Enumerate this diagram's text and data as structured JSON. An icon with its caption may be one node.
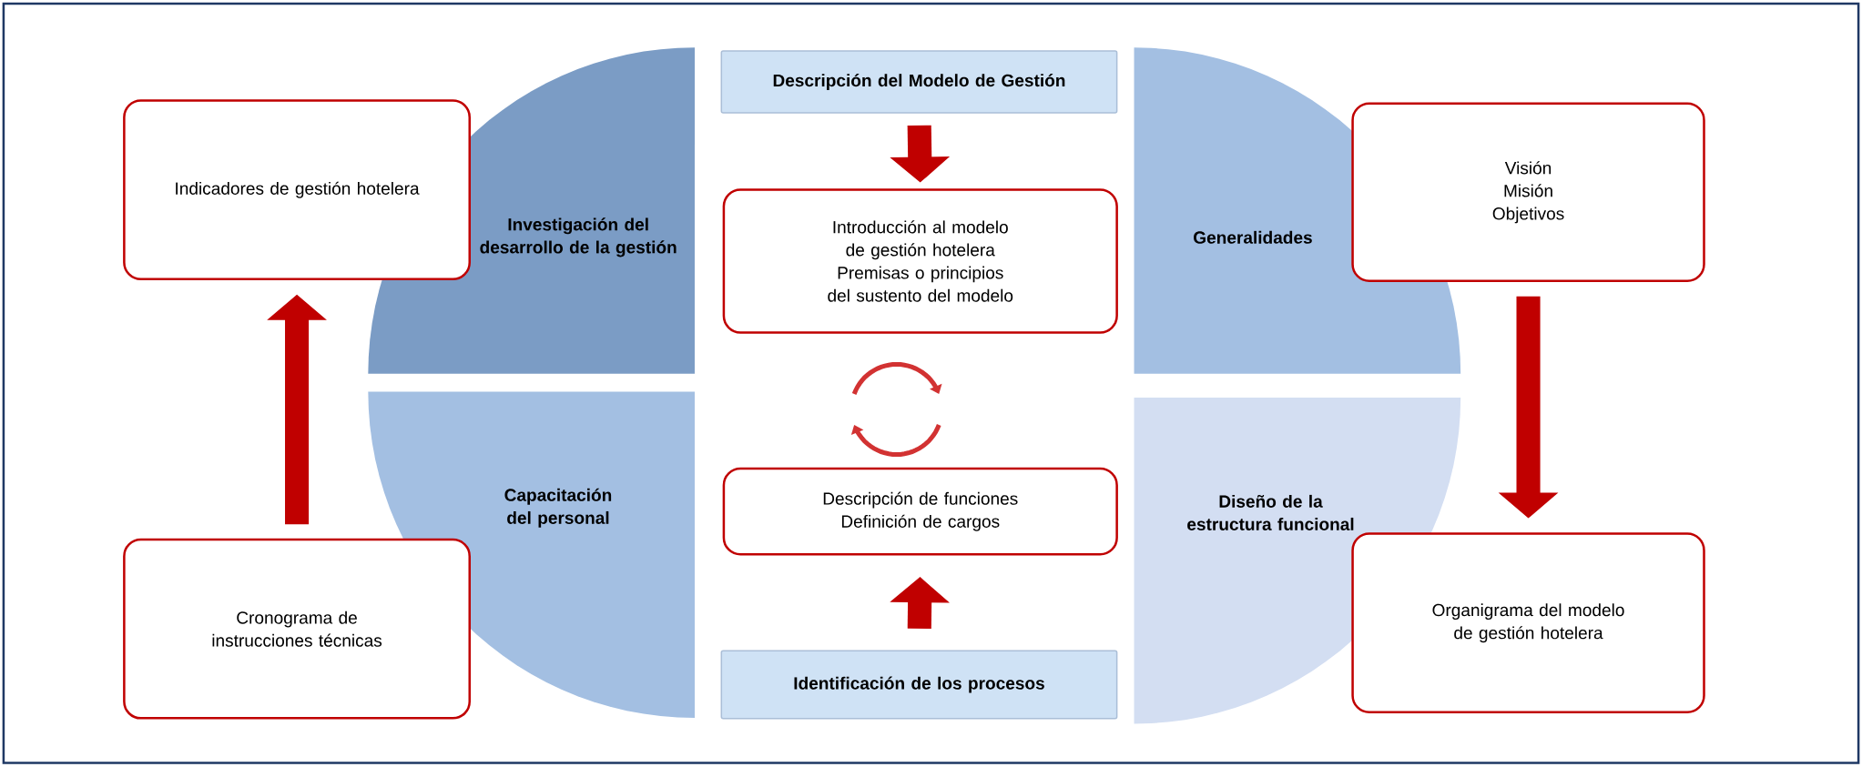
{
  "diagram": {
    "nodes": [
      {
        "text": [
          "Descripción del Modelo de Gestión"
        ]
      },
      {
        "text": [
          "Indicadores de gestión hotelera"
        ]
      },
      {
        "text": [
          "Investigación del desarrollo de la gestión"
        ]
      },
      {
        "text": [
          "Introducción al modelo de gestión hotelera",
          "Premisas o principios del sustento del modelo"
        ]
      },
      {
        "text": [
          "Generalidades"
        ]
      },
      {
        "text": [
          "Visión",
          "Misión",
          "Objetivos"
        ]
      },
      {
        "text": [
          "Capacitación del personal"
        ]
      },
      {
        "text": [
          "Descripción de funciones",
          "Definición de cargos"
        ]
      },
      {
        "text": [
          "Diseño de la estructura funcional"
        ]
      },
      {
        "text": [
          "Cronograma de instrucciones técnicas"
        ]
      },
      {
        "text": [
          "Organigrama del modelo de gestión hotelera"
        ]
      },
      {
        "text": [
          "Identificación de los procesos"
        ]
      }
    ],
    "edges": [
      {
        "from": 0,
        "to": 3,
        "arrow": "to"
      },
      {
        "from": 11,
        "to": 7,
        "arrow": "to"
      },
      {
        "from": 9,
        "to": 1,
        "arrow": "to"
      },
      {
        "from": 5,
        "to": 10,
        "arrow": "to"
      }
    ]
  }
}
